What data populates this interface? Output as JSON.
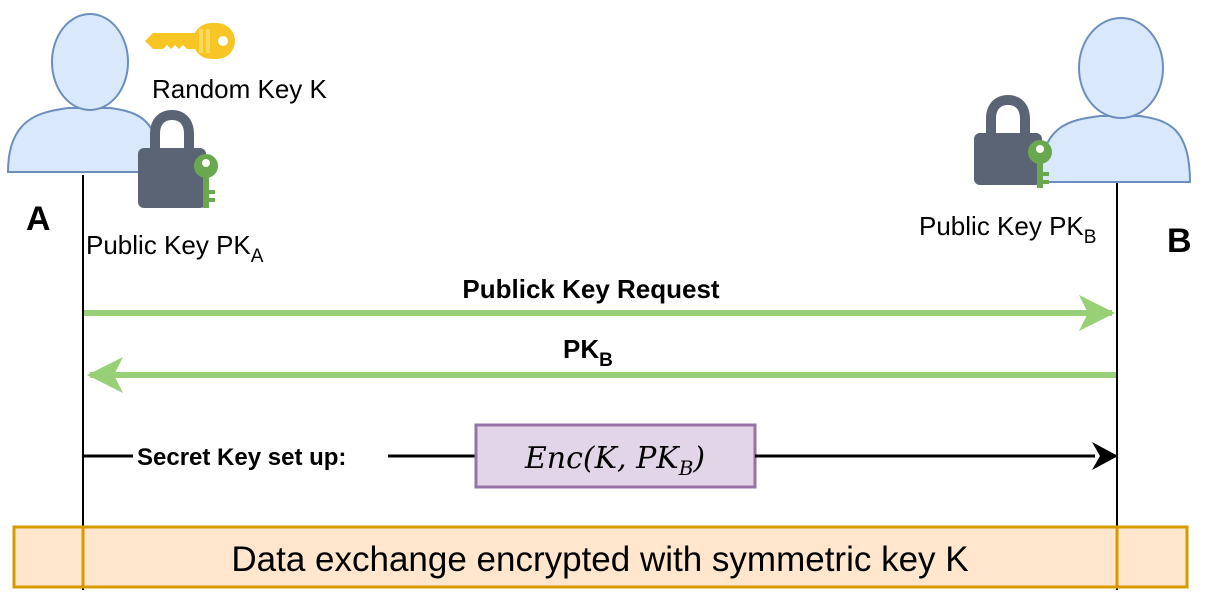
{
  "participants": {
    "a": {
      "name": "A",
      "public_key_prefix": "Public Key PK",
      "public_key_sub": "A"
    },
    "b": {
      "name": "B",
      "public_key_prefix": "Public Key PK",
      "public_key_sub": "B"
    }
  },
  "random_key_label": "Random Key K",
  "messages": {
    "request_label": "Publick Key Request",
    "response_prefix": "PK",
    "response_sub": "B",
    "setup_label": "Secret Key set up:",
    "enc_expr_main": "Enc(K, PK",
    "enc_expr_sub": "B",
    "enc_expr_close": ")"
  },
  "data_exchange_label": "Data exchange encrypted with symmetric key K",
  "colors": {
    "person_fill": "#dae8fc",
    "person_stroke": "#6c8ebf",
    "arrow_green": "#97d077",
    "enc_box_fill": "#e1d5e7",
    "enc_box_stroke": "#9673a6",
    "band_fill": "#ffe6cc",
    "band_stroke": "#d79b00",
    "lock_body": "#5a6474",
    "key_green": "#6aa84f",
    "key_yellow": "#f7c625"
  },
  "icons": [
    "person-icon",
    "lock-icon",
    "key-icon"
  ]
}
